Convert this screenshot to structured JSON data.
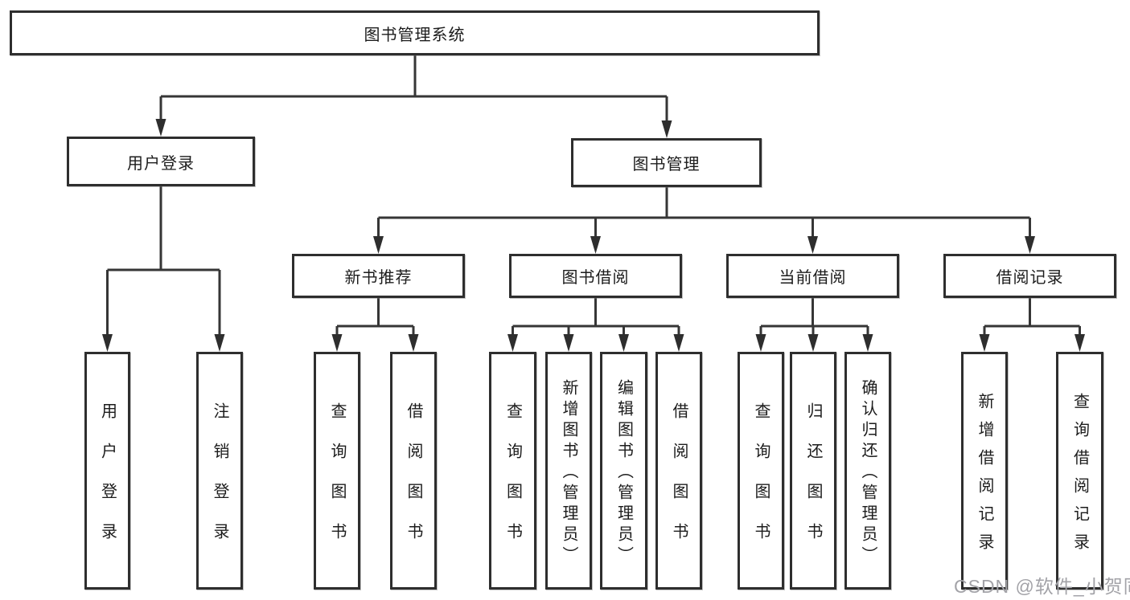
{
  "diagram": {
    "root": "图书管理系统",
    "branches": [
      {
        "label": "用户登录",
        "children": [
          "用户登录",
          "注销登录"
        ]
      },
      {
        "label": "图书管理",
        "groups": [
          {
            "label": "新书推荐",
            "children": [
              "查询图书",
              "借阅图书"
            ]
          },
          {
            "label": "图书借阅",
            "children": [
              "查询图书",
              "新增图书（管理员）",
              "编辑图书（管理员）",
              "借阅图书"
            ]
          },
          {
            "label": "当前借阅",
            "children": [
              "查询图书",
              "归还图书",
              "确认归还（管理员）"
            ]
          },
          {
            "label": "借阅记录",
            "children": [
              "新增借阅记录",
              "查询借阅记录"
            ]
          }
        ]
      }
    ]
  },
  "watermark": "CSDN @软件_小贺同学",
  "colors": {
    "line": "#363636",
    "border": "#2e2e2e",
    "text": "#1c1c1c",
    "watermark_text": "#a3a3a8",
    "background": "#ffffff"
  }
}
